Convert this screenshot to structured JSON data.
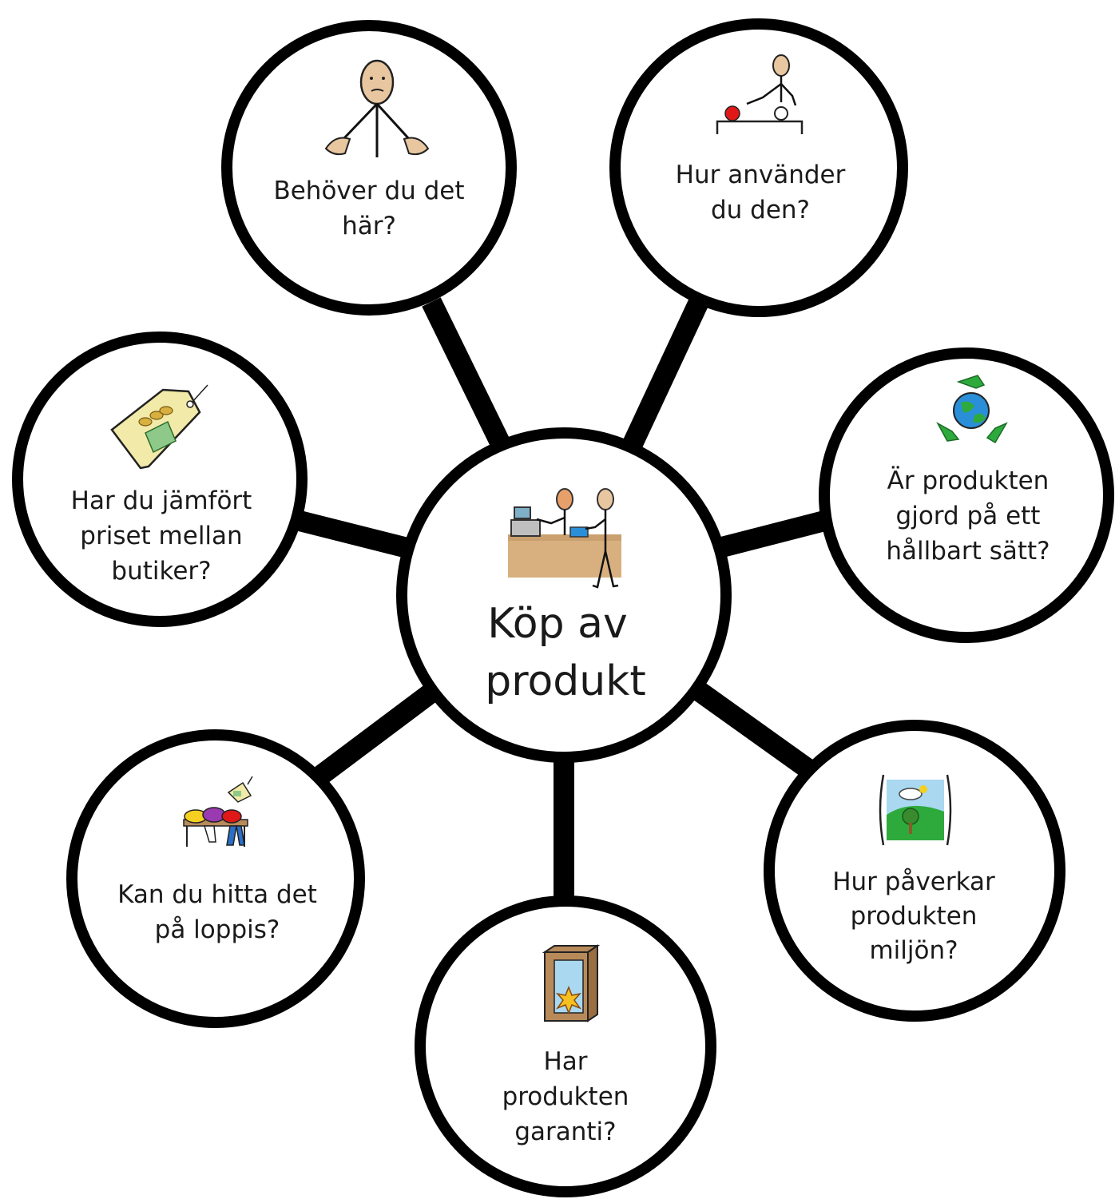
{
  "center": {
    "label_lines": [
      "Köp av",
      "produkt"
    ],
    "icon": "cashier-counter-icon"
  },
  "nodes": [
    {
      "id": "need",
      "label_lines": [
        "Behöver du det",
        "här?"
      ],
      "icon": "shrugging-person-icon"
    },
    {
      "id": "use",
      "label_lines": [
        "Hur använder",
        "du den?"
      ],
      "icon": "person-using-tool-icon"
    },
    {
      "id": "sustainable",
      "label_lines": [
        "Är produkten",
        "gjord på ett",
        "hållbart sätt?"
      ],
      "icon": "recycle-globe-icon"
    },
    {
      "id": "environment",
      "label_lines": [
        "Hur påverkar",
        "produkten",
        "miljön?"
      ],
      "icon": "landscape-icon"
    },
    {
      "id": "warranty",
      "label_lines": [
        "Har",
        "produkten",
        "garanti?"
      ],
      "icon": "warranty-box-icon"
    },
    {
      "id": "flea",
      "label_lines": [
        "Kan du hitta det",
        "på loppis?"
      ],
      "icon": "flea-market-icon"
    },
    {
      "id": "price",
      "label_lines": [
        "Har du jämfört",
        "priset mellan",
        "butiker?"
      ],
      "icon": "price-tag-icon"
    }
  ],
  "colors": {
    "line": "#000000",
    "background": "#ffffff",
    "skin": "#e8c7a0",
    "counter": "#d8b07f",
    "tag": "#f2eaa8",
    "money": "#8ec98a",
    "red": "#e01818",
    "blue": "#2a8fd8",
    "green": "#2eaa3c",
    "sky": "#a9d8f0",
    "wood": "#b88a5a"
  }
}
